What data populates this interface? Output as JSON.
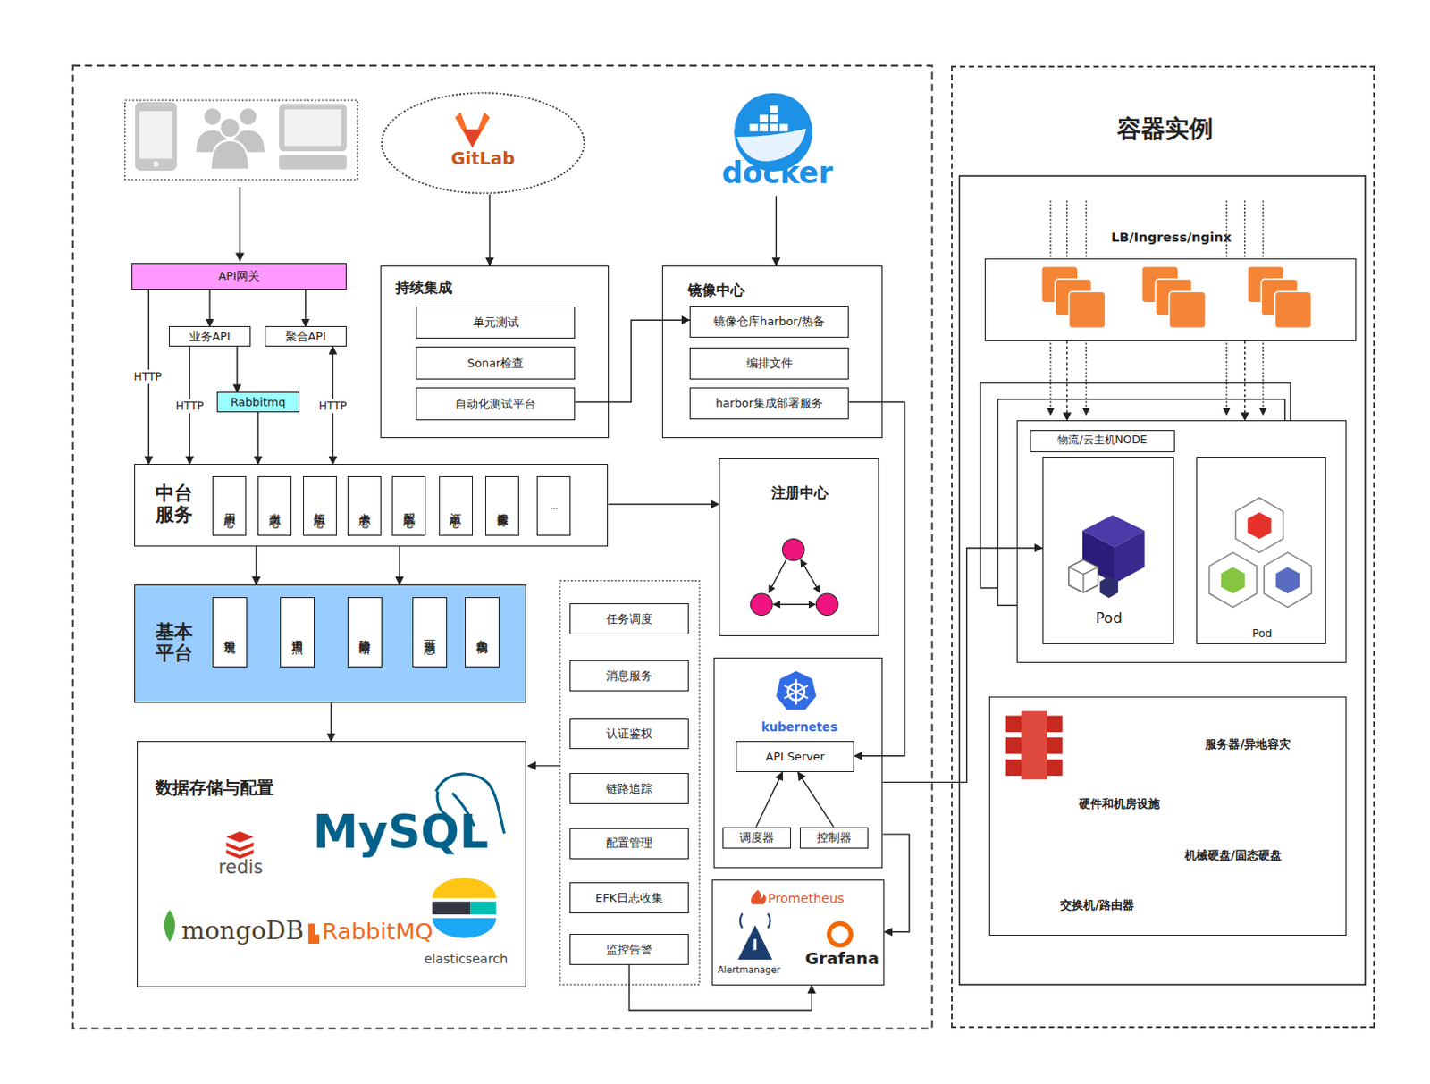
{
  "diagram": {
    "nodes": [
      {
        "text": [
          "GitLab"
        ]
      },
      {
        "text": [
          "docker"
        ]
      },
      {
        "text": [
          "API网关"
        ]
      },
      {
        "text": [
          "业务API"
        ]
      },
      {
        "text": [
          "聚合API"
        ]
      },
      {
        "text": [
          "Rabbitmq"
        ]
      },
      {
        "text": [
          "持续集成"
        ]
      },
      {
        "text": [
          "单元测试"
        ],
        "in": 6
      },
      {
        "text": [
          "Sonar检查"
        ],
        "in": 6
      },
      {
        "text": [
          "自动化测试平台"
        ],
        "in": 6
      },
      {
        "text": [
          "镜像中心"
        ]
      },
      {
        "text": [
          "镜像仓库harbor/热备"
        ],
        "in": 10
      },
      {
        "text": [
          "编排文件"
        ],
        "in": 10
      },
      {
        "text": [
          "harbor集成部署服务"
        ],
        "in": 10
      },
      {
        "text": [
          "中台 服务"
        ]
      },
      {
        "text": [
          "用户中心"
        ],
        "in": 14
      },
      {
        "text": [
          "支付中心"
        ],
        "in": 14
      },
      {
        "text": [
          "短信中心"
        ],
        "in": 14
      },
      {
        "text": [
          "卡券中心"
        ],
        "in": 14
      },
      {
        "text": [
          "配置中心"
        ],
        "in": 14
      },
      {
        "text": [
          "订单中心"
        ],
        "in": 14
      },
      {
        "text": [
          "搜索服务"
        ],
        "in": 14
      },
      {
        "text": [
          "..."
        ],
        "in": 14
      },
      {
        "text": [
          "注册中心"
        ]
      },
      {
        "text": [
          "基本 平台"
        ]
      },
      {
        "text": [
          "注册发现"
        ],
        "in": 24
      },
      {
        "text": [
          "通用埋点"
        ],
        "in": 24
      },
      {
        "text": [
          "降级熔断"
        ],
        "in": 24
      },
      {
        "text": [
          "可靠消息"
        ],
        "in": 24
      },
      {
        "text": [
          "负载均衡"
        ],
        "in": 24
      },
      {
        "text": [
          "任务调度"
        ]
      },
      {
        "text": [
          "消息服务"
        ]
      },
      {
        "text": [
          "认证鉴权"
        ]
      },
      {
        "text": [
          "链路追踪"
        ]
      },
      {
        "text": [
          "配置管理"
        ]
      },
      {
        "text": [
          "EFK日志收集"
        ]
      },
      {
        "text": [
          "监控告警"
        ]
      },
      {
        "text": [
          "数据存储与配置",
          "redis",
          "MySQL",
          "mongoDB",
          "RabbitMQ",
          "elasticsearch"
        ]
      },
      {
        "text": [
          "kubernetes"
        ]
      },
      {
        "text": [
          "API Server"
        ],
        "in": 38
      },
      {
        "text": [
          "调度器"
        ],
        "in": 38
      },
      {
        "text": [
          "控制器"
        ],
        "in": 38
      },
      {
        "text": [
          "Prometheus",
          "Alertmanager",
          "Grafana"
        ]
      },
      {
        "text": [
          "容器实例"
        ]
      },
      {
        "text": [
          "LB/Ingress/nginx"
        ],
        "in": 43
      },
      {
        "text": [
          "物流/云主机NODE"
        ],
        "in": 43
      },
      {
        "text": [
          "Pod"
        ],
        "in": 45
      },
      {
        "text": [
          "Pod"
        ],
        "in": 45
      },
      {
        "text": [
          "服务器/异地容灾",
          "硬件和机房设施",
          "机械硬盘/固态硬盘",
          "交换机/路由器"
        ],
        "in": 43
      }
    ],
    "edges": [
      {
        "from": 0,
        "to": 6,
        "arrow": "to"
      },
      {
        "from": 1,
        "to": 10,
        "arrow": "to"
      },
      {
        "from": 2,
        "to": 3,
        "arrow": "to"
      },
      {
        "from": 2,
        "to": 4,
        "arrow": "to"
      },
      {
        "from": 2,
        "to": 14,
        "label": "HTTP",
        "arrow": "to"
      },
      {
        "from": 3,
        "to": 14,
        "label": "HTTP",
        "arrow": "to"
      },
      {
        "from": 3,
        "to": 5,
        "arrow": "to"
      },
      {
        "from": 5,
        "to": 14,
        "arrow": "to"
      },
      {
        "from": 4,
        "to": 14,
        "label": "HTTP",
        "arrow": "both"
      },
      {
        "from": 9,
        "to": 11,
        "arrow": "to"
      },
      {
        "from": 13,
        "to": 39,
        "arrow": "to"
      },
      {
        "from": 14,
        "to": 23,
        "arrow": "to"
      },
      {
        "from": 14,
        "to": 24,
        "arrow": "to"
      },
      {
        "from": 14,
        "to": 24,
        "arrow": "to"
      },
      {
        "from": 24,
        "to": 37,
        "arrow": "to"
      },
      {
        "from": 38,
        "to": 46,
        "arrow": "to"
      },
      {
        "from": 40,
        "to": 39,
        "arrow": "to"
      },
      {
        "from": 41,
        "to": 39,
        "arrow": "to"
      },
      {
        "from": 38,
        "to": 42,
        "arrow": "to"
      },
      {
        "from": 36,
        "to": 42,
        "arrow": "to"
      },
      {
        "from": 44,
        "to": 45,
        "arrow": "to"
      },
      {
        "from": 44,
        "to": 45,
        "arrow": "to"
      }
    ]
  }
}
